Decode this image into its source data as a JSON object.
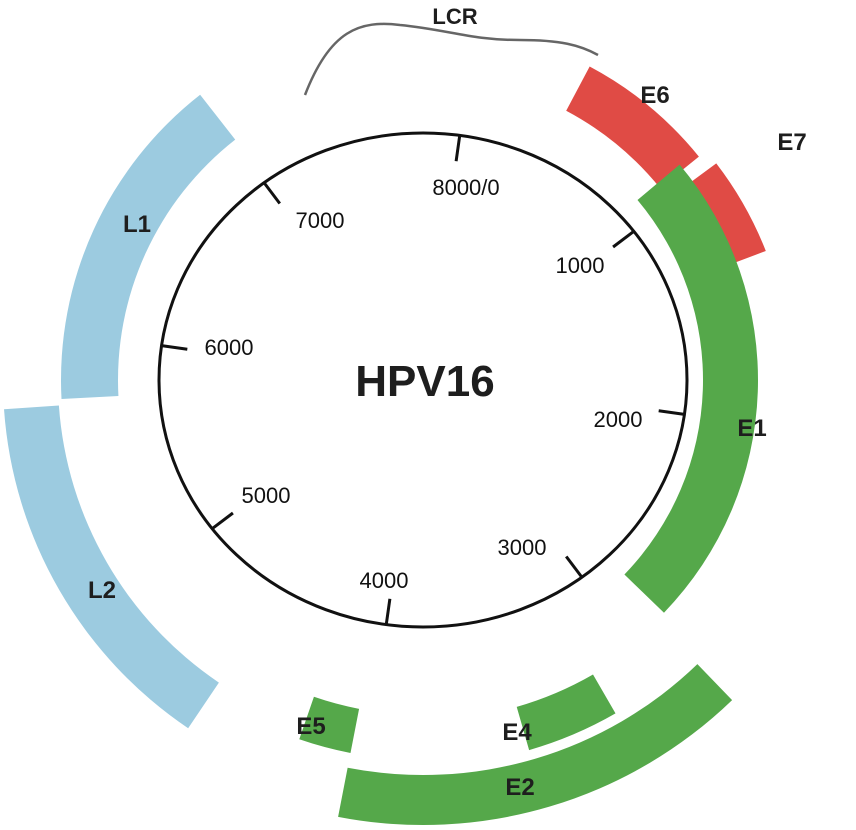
{
  "title": "HPV16",
  "colors": {
    "late": "#9ccbe0",
    "early": "#55a84a",
    "oncogene": "#e04b45",
    "circle": "#111111",
    "lcr_line": "#666666"
  },
  "lcr_label": "LCR",
  "ticks": [
    {
      "label": "8000/0"
    },
    {
      "label": "1000"
    },
    {
      "label": "2000"
    },
    {
      "label": "3000"
    },
    {
      "label": "4000"
    },
    {
      "label": "5000"
    },
    {
      "label": "6000"
    },
    {
      "label": "7000"
    }
  ],
  "genes": [
    {
      "label": "E6",
      "color": "oncogene"
    },
    {
      "label": "E7",
      "color": "oncogene"
    },
    {
      "label": "E1",
      "color": "early"
    },
    {
      "label": "E2",
      "color": "early"
    },
    {
      "label": "E4",
      "color": "early"
    },
    {
      "label": "E5",
      "color": "early"
    },
    {
      "label": "L2",
      "color": "late"
    },
    {
      "label": "L1",
      "color": "late"
    }
  ]
}
